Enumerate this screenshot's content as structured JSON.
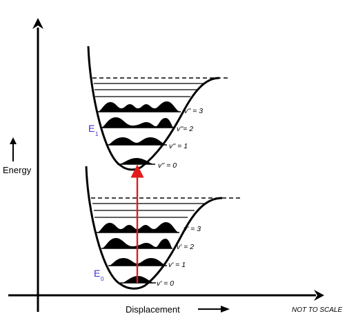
{
  "axes": {
    "y_label": "Energy",
    "x_label": "Displacement",
    "note": "NOT TO SCALE"
  },
  "upper_state": {
    "label": "E",
    "subscript": "1",
    "levels": [
      "v'' = 0",
      "v'' = 1",
      "v''= 2",
      "v'' = 3"
    ]
  },
  "lower_state": {
    "label": "E",
    "subscript": "0",
    "levels": [
      "v' = 0",
      "v' = 1",
      "v' = 2",
      "v' = 3"
    ]
  },
  "colors": {
    "state_label": "#3a2fd6",
    "transition_arrow": "#e11b1b",
    "line": "#000000"
  }
}
